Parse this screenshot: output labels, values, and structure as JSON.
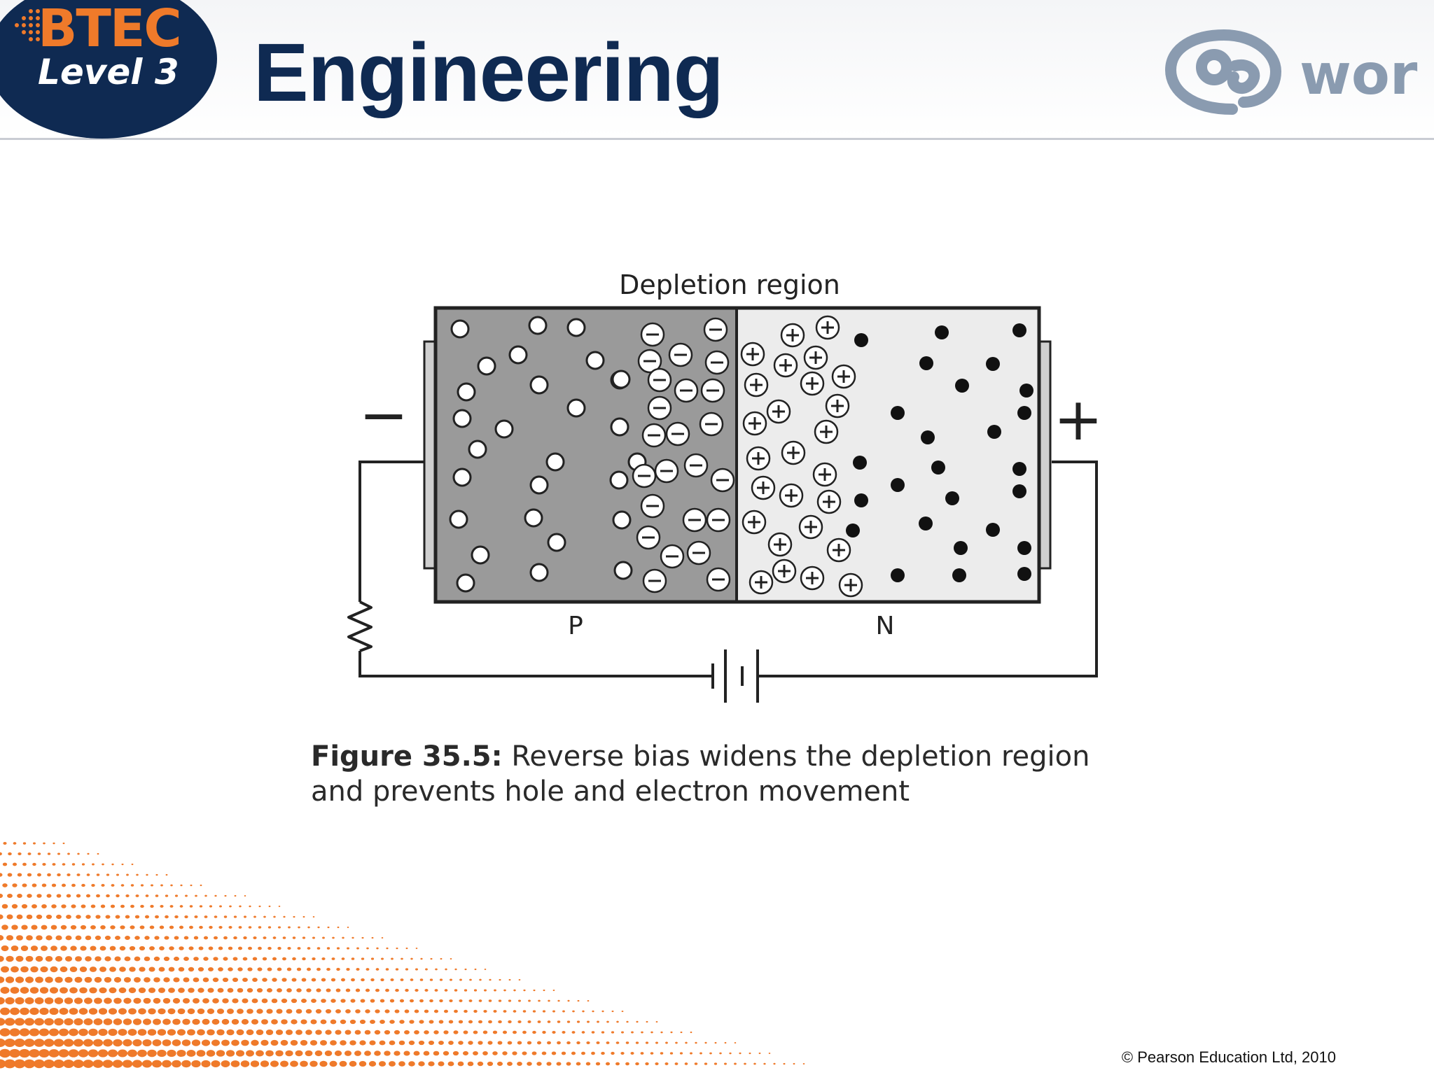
{
  "header": {
    "logo_brand": "BTEC",
    "logo_level": "Level 3",
    "title": "Engineering",
    "partner_logo_text": "work",
    "colors": {
      "navy": "#0f2a52",
      "orange": "#ef7a2a",
      "logo_grey": "#8a9bb0"
    }
  },
  "diagram": {
    "top_label": "Depletion region",
    "p_label": "P",
    "n_label": "N",
    "left_terminal": "−",
    "right_terminal": "+",
    "colors": {
      "p_fill": "#9a9a9a",
      "n_fill": "#ececec",
      "stroke": "#222222"
    }
  },
  "caption": {
    "figure_label": "Figure 35.5:",
    "text": "Reverse bias widens the depletion region and prevents hole and electron movement"
  },
  "footer": {
    "copyright": "© Pearson Education Ltd, 2010"
  }
}
